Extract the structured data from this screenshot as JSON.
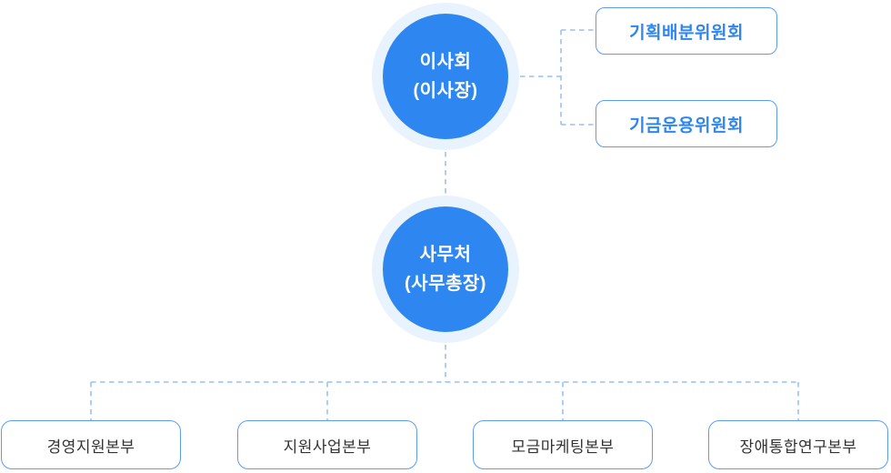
{
  "diagram": {
    "type": "org-chart",
    "nodes": {
      "board": {
        "line1": "이사회",
        "line2": "(이사장)"
      },
      "secretariat": {
        "line1": "사무처",
        "line2": "(사무총장)"
      }
    },
    "committees": [
      {
        "label": "기획배분위원회"
      },
      {
        "label": "기금운용위원회"
      }
    ],
    "departments": [
      {
        "label": "경영지원본부"
      },
      {
        "label": "지원사업본부"
      },
      {
        "label": "모금마케팅본부"
      },
      {
        "label": "장애통합연구본부"
      }
    ],
    "colors": {
      "background": "#ffffff",
      "node_fill": "#2e86f0",
      "node_halo": "#e9f3fd",
      "node_text": "#ffffff",
      "box_border": "#5b9cf2",
      "committee_text": "#2e86f0",
      "department_text": "#333333",
      "connector": "#a5c9f5"
    }
  }
}
